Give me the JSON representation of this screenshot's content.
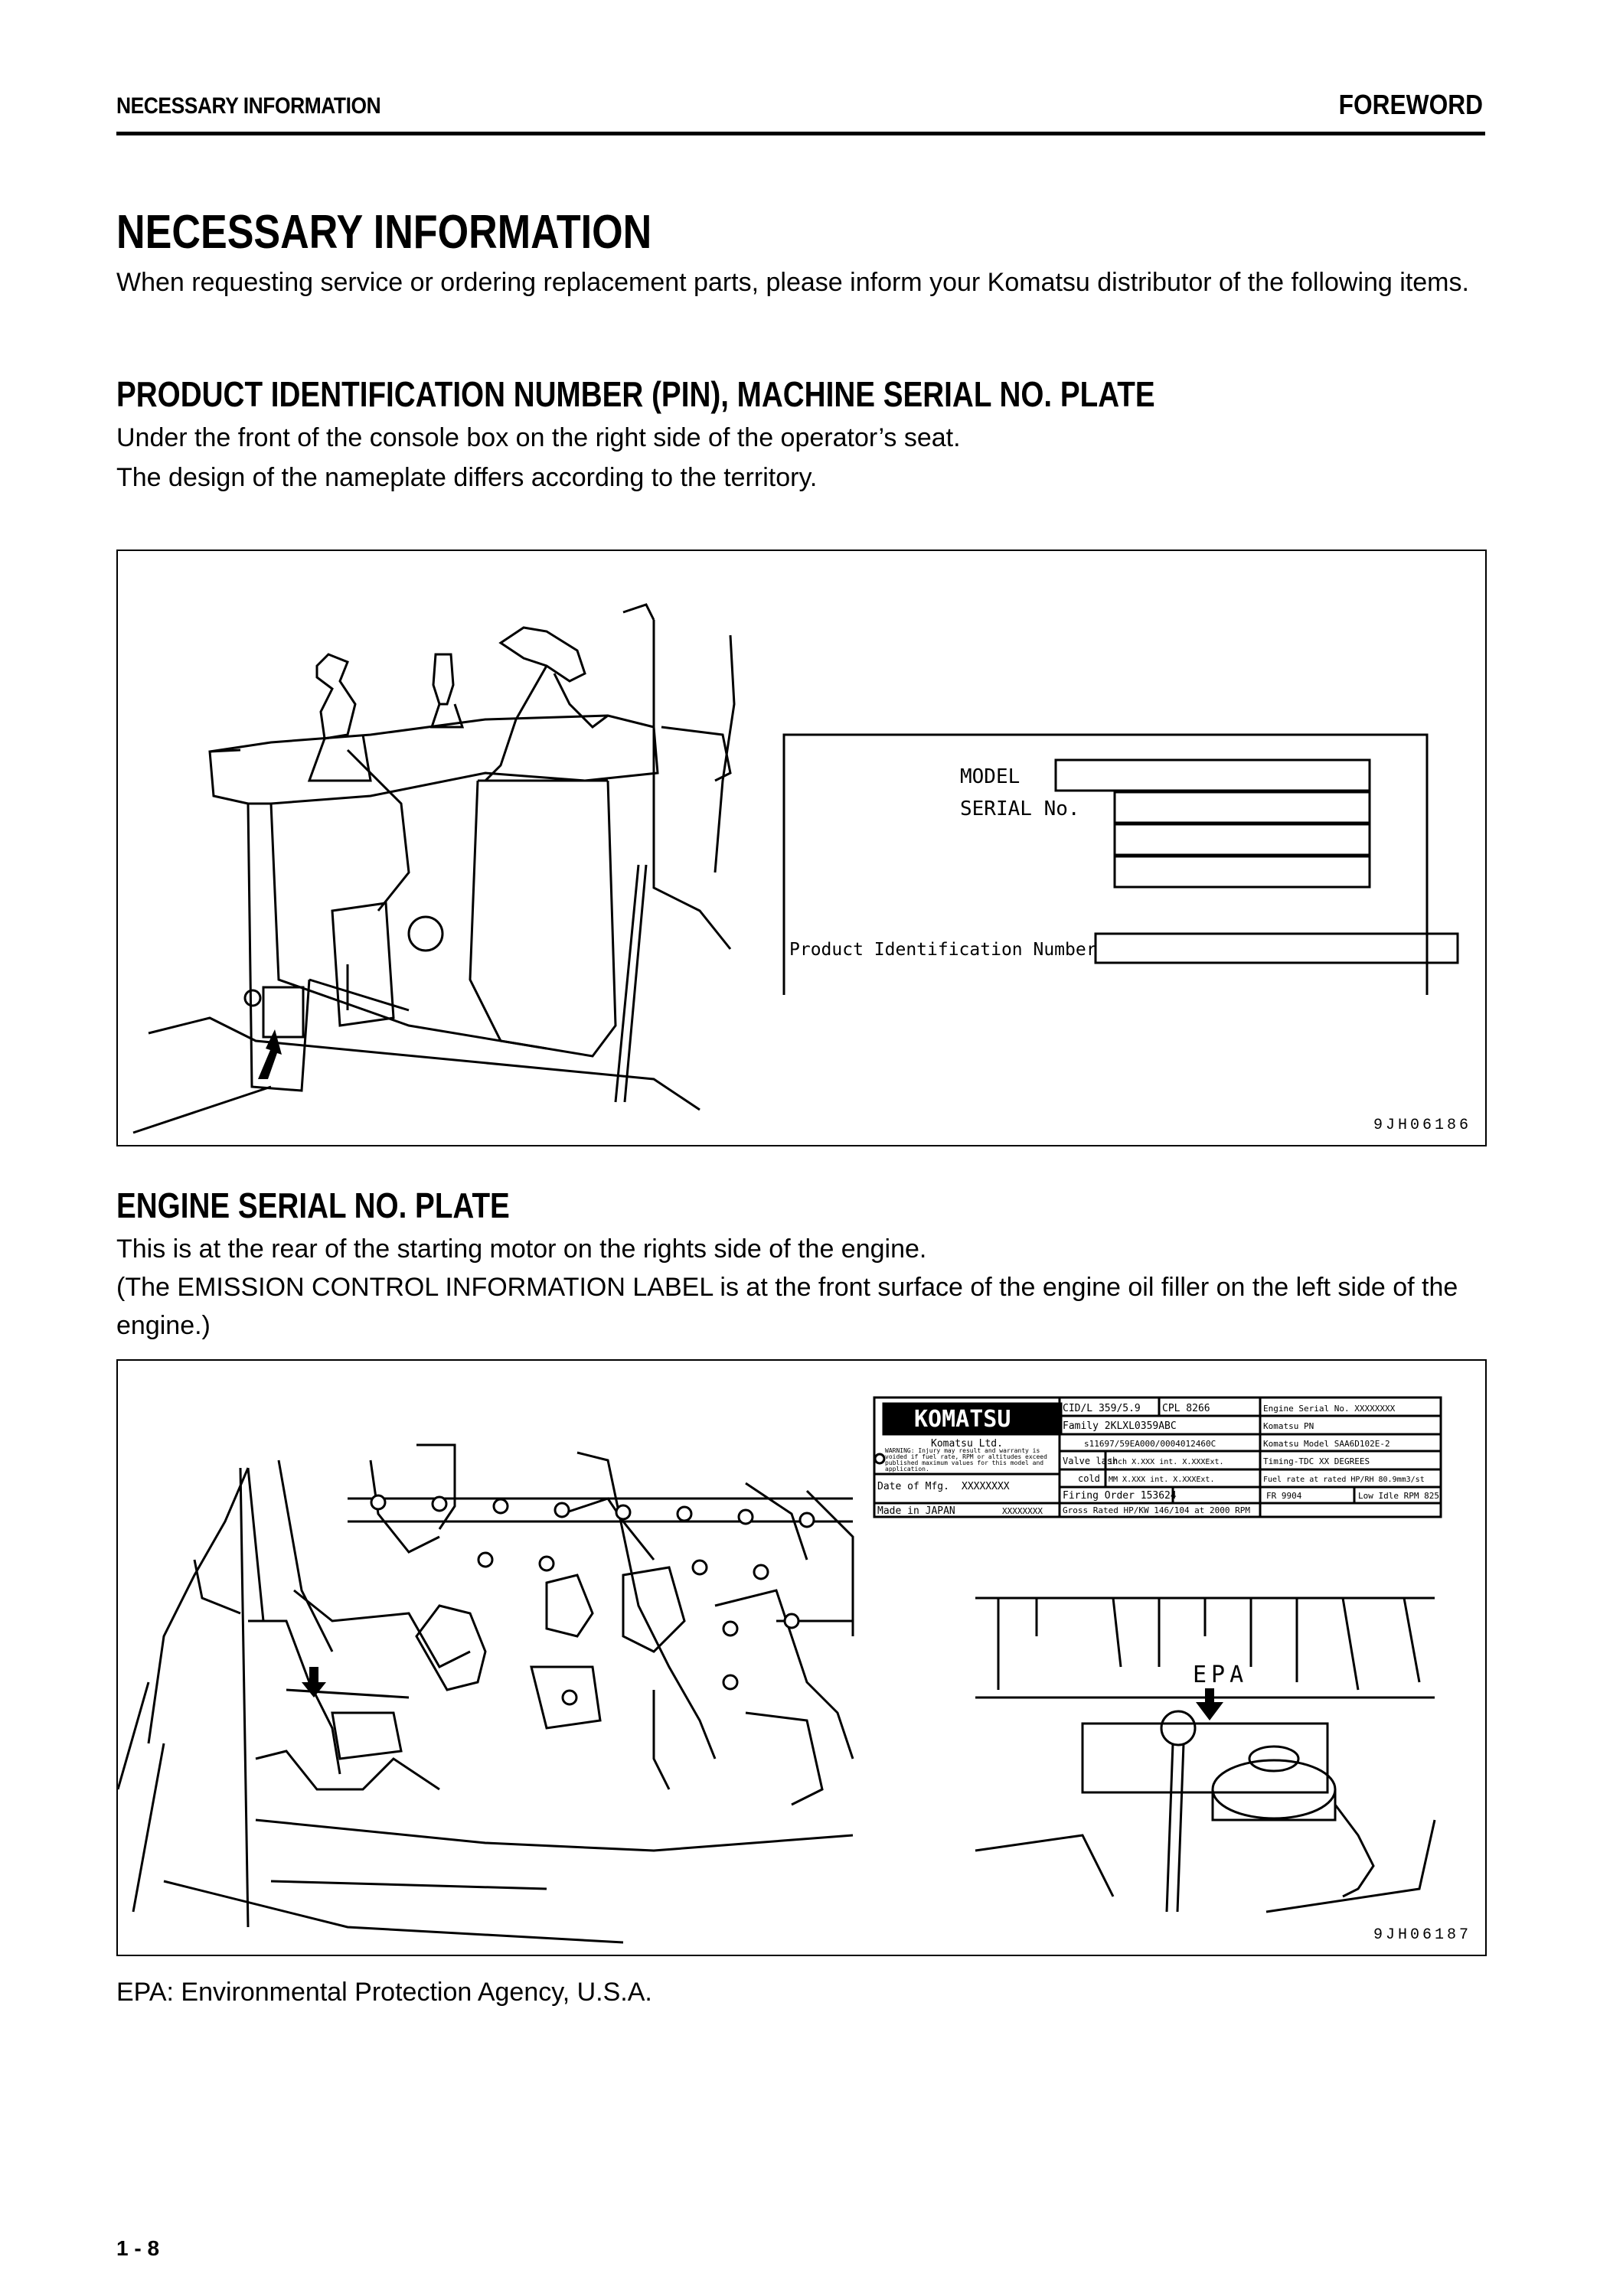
{
  "header": {
    "section": "NECESSARY INFORMATION",
    "chapter": "FOREWORD"
  },
  "title": "NECESSARY INFORMATION",
  "intro": "When requesting service or ordering replacement parts, please inform your Komatsu distributor of the following items.",
  "pin_section": {
    "heading": "PRODUCT IDENTIFICATION NUMBER (PIN), MACHINE SERIAL NO. PLATE",
    "line1": "Under the front of the console box on the right side of the operator’s seat.",
    "line2": "The design of the nameplate differs according to the territory.",
    "plate": {
      "model_label": "MODEL",
      "serial_label": "SERIAL No.",
      "pin_label": "Product Identification Number"
    },
    "figure_id": "9JH06186"
  },
  "engine_section": {
    "heading": "ENGINE SERIAL NO. PLATE",
    "line1": "This is at the rear of the starting motor on the rights side of the engine.",
    "line2": "(The EMISSION CONTROL INFORMATION LABEL is at the front surface of the engine oil filler on the left side of the engine.)",
    "label": {
      "brand": "KOMATSU",
      "company": "Komatsu Ltd.",
      "warning": "WARNING: Injury may result and warranty is voided if fuel rate, RPM or altitudes exceed published maximum values for this model and application.",
      "date_of_mfg": "Date of Mfg.",
      "date_value": "XXXXXXXX",
      "made_in": "Made in JAPAN",
      "made_value": "XXXXXXXX",
      "r1c1": "CID/L 359/5.9",
      "r1c2": "CPL 8266",
      "r1c3": "Engine Serial No. XXXXXXXX",
      "r2c1": "Family 2KLXL0359ABC",
      "r2c3": "Komatsu PN",
      "r3c1": "s11697/59EA000/0004012460C",
      "r3c3": "Komatsu Model SAA6D102E-2",
      "r4c1": "Valve lash",
      "r4c2": "inch X.XXX int. X.XXXExt.",
      "r4c3": "Timing-TDC  XX DEGREES",
      "r5c1": "cold",
      "r5c2": "MM X.XXX int. X.XXXExt.",
      "r5c3": "Fuel rate at rated HP/RH 80.9mm3/st",
      "r6c1": "Firing Order 153624",
      "r6c2": "FR 9904",
      "r6c3": "Low Idle RPM 825",
      "r7c1": "Gross Rated HP/KW 146/104 at 2000 RPM"
    },
    "epa_marker": "EPA",
    "figure_id": "9JH06187"
  },
  "epa_note": "EPA: Environmental Protection Agency, U.S.A.",
  "page_number": "1 - 8"
}
